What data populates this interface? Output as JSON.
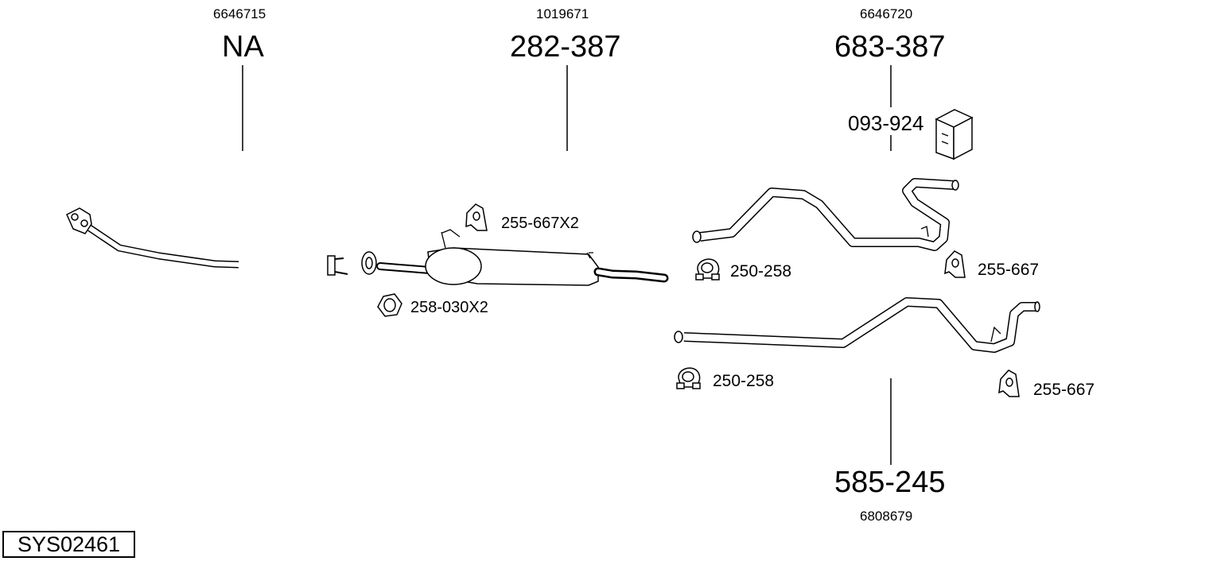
{
  "diagram_code": "SYS02461",
  "sections": [
    {
      "ref": "6646715",
      "part_no": "NA"
    },
    {
      "ref": "1019671",
      "part_no": "282-387"
    },
    {
      "ref": "6646720",
      "part_no": "683-387"
    },
    {
      "ref": "6808679",
      "part_no": "585-245"
    }
  ],
  "accessories": {
    "mount_kit": "093-924",
    "hanger_x2": "255-667X2",
    "nut_x2": "258-030X2",
    "clamp_upper": "250-258",
    "hanger_upper": "255-667",
    "clamp_lower": "250-258",
    "hanger_lower": "255-667"
  }
}
